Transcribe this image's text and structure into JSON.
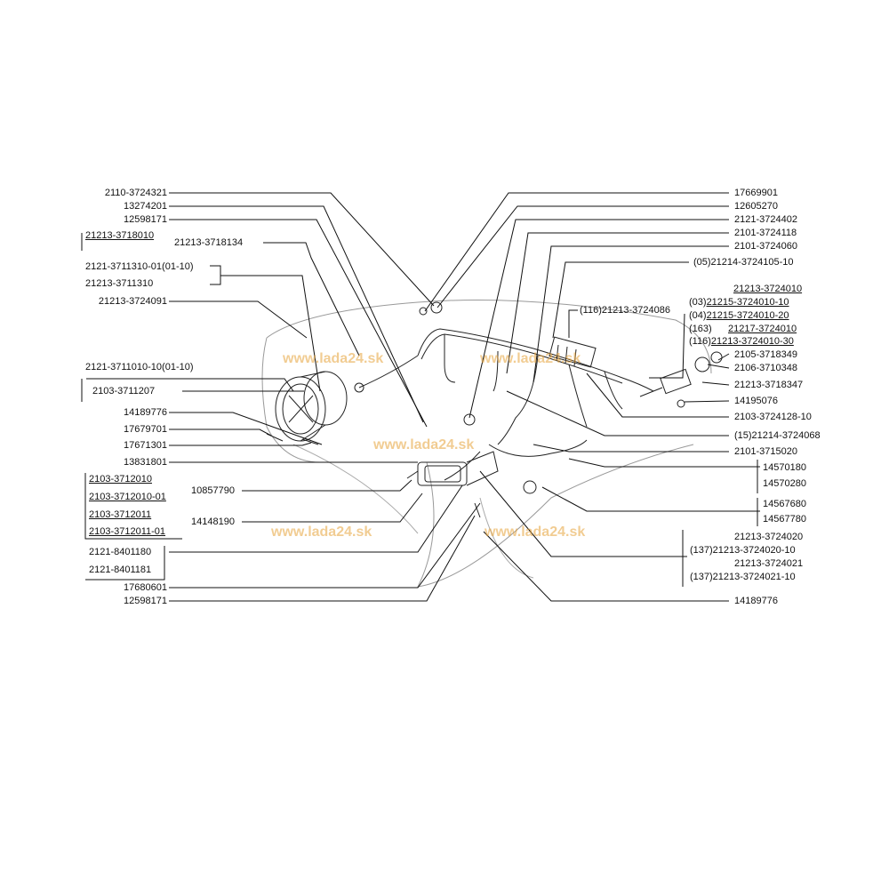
{
  "watermark": "www.lada24.sk",
  "left_labels": {
    "l1": "2110-3724321",
    "l2": "13274201",
    "l3": "12598171",
    "l4": "21213-3718010",
    "l4b": "21213-3718134",
    "l5a": "2121-3711310-01(01-10)",
    "l5b": "21213-3711310",
    "l6": "21213-3724091",
    "l7": "2121-3711010-10(01-10)",
    "l8": "2103-3711207",
    "l9": "14189776",
    "l10": "17679701",
    "l11": "17671301",
    "l12": "13831801",
    "l13a": "2103-3712010",
    "l13b": "2103-3712010-01",
    "l13c": "2103-3712011",
    "l13d": "2103-3712011-01",
    "l14": "10857790",
    "l15": "14148190",
    "l16a": "2121-8401180",
    "l16b": "2121-8401181",
    "l17": "17680601",
    "l18": "12598171"
  },
  "right_labels": {
    "r1": "17669901",
    "r2": "12605270",
    "r3": "2121-3724402",
    "r4": "2101-3724118",
    "r5": "2101-3724060",
    "r6": "(05)21214-3724105-10",
    "r7": "(116)21213-3724086",
    "r8a": "21213-3724010",
    "r8b_prefix": "(03)",
    "r8b": "21215-3724010-10",
    "r8c_prefix": "(04)",
    "r8c": "21215-3724010-20",
    "r8d_prefix": "(163)",
    "r8d": "21217-3724010",
    "r8e_prefix": "(116)",
    "r8e": "21213-3724010-30",
    "r9": "2105-3718349",
    "r10": "2106-3710348",
    "r11": "21213-3718347",
    "r12": "14195076",
    "r13": "2103-3724128-10",
    "r14": "(15)21214-3724068",
    "r15": "2101-3715020",
    "r16a": "14570180",
    "r16b": "14570280",
    "r17a": "14567680",
    "r17b": "14567780",
    "r18a": "21213-3724020",
    "r18b": "(137)21213-3724020-10",
    "r18c": "21213-3724021",
    "r18d": "(137)21213-3724021-10",
    "r19": "14189776"
  }
}
